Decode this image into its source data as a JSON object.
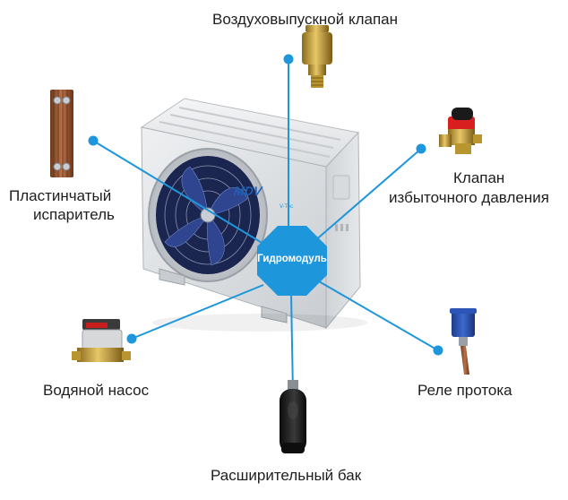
{
  "center": {
    "label": "Гидромодуль"
  },
  "unit": {
    "brand": "MDV"
  },
  "components": [
    {
      "id": "air-vent-valve",
      "label": "Воздуховыпускной клапан",
      "icon": "brass-air-vent-valve"
    },
    {
      "id": "relief-valve",
      "label_lines": [
        "Клапан",
        "избыточного давления"
      ],
      "icon": "pressure-relief-valve"
    },
    {
      "id": "flow-switch",
      "label": "Реле протока",
      "icon": "flow-switch"
    },
    {
      "id": "expansion-tank",
      "label": "Расширительный бак",
      "icon": "expansion-tank"
    },
    {
      "id": "water-pump",
      "label": "Водяной насос",
      "icon": "circulation-pump"
    },
    {
      "id": "plate-evaporator",
      "label_lines": [
        "Пластинчатый",
        "испаритель"
      ],
      "icon": "plate-heat-exchanger"
    }
  ],
  "colors": {
    "accent": "#1e96dc",
    "text": "#1e1e1e",
    "unit_body": "#dcdfe2",
    "fan_blade": "#2a3b6e"
  }
}
